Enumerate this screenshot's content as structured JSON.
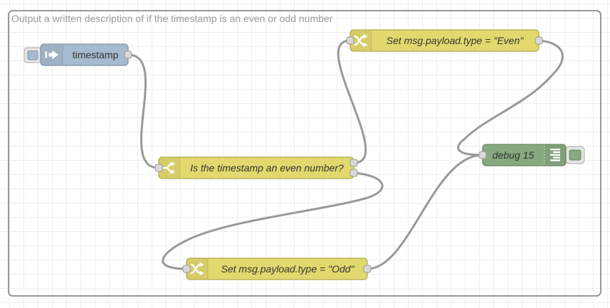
{
  "canvas": {
    "grid_color": "#eeeeee",
    "wire_color": "#999999",
    "port_color": "#d9d9d9"
  },
  "group": {
    "label": "Output a written description of if the timestamp is an even or odd number",
    "border_color": "#999999"
  },
  "nodes": {
    "inject": {
      "label": "timestamp",
      "type": "inject",
      "color": "#a6bbcf",
      "icon": "inject-arrow-icon",
      "has_button": true
    },
    "switch": {
      "label": "Is the timestamp an even number?",
      "type": "switch",
      "color": "#e2d96e",
      "icon": "switch-branch-icon",
      "outputs": 2
    },
    "change_even": {
      "label": "Set msg.payload.type = \"Even\"",
      "type": "change",
      "color": "#e2d96e",
      "icon": "change-shuffle-icon"
    },
    "change_odd": {
      "label": "Set msg.payload.type = \"Odd\"",
      "type": "change",
      "color": "#e2d96e",
      "icon": "change-shuffle-icon"
    },
    "debug": {
      "label": "debug 15",
      "type": "debug",
      "color": "#87a980",
      "icon": "debug-lines-icon",
      "has_button": true
    }
  }
}
